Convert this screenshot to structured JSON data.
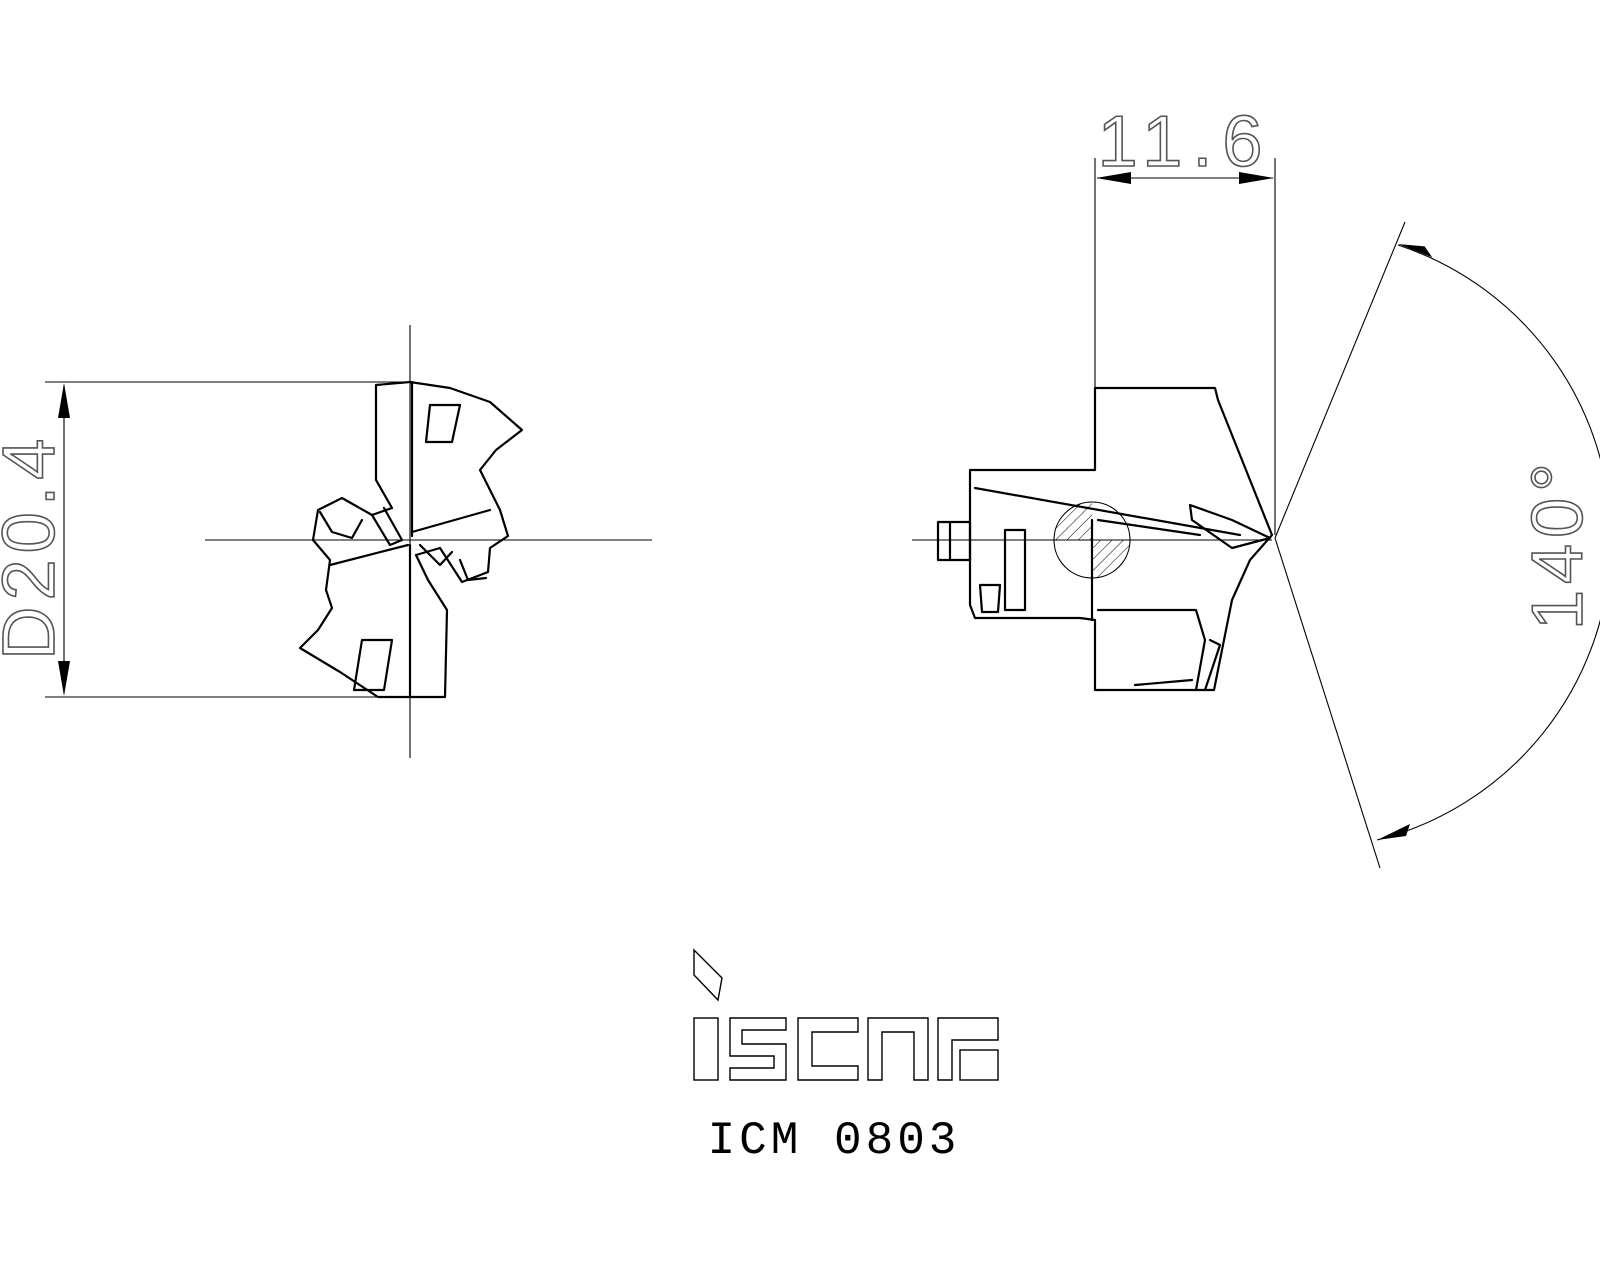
{
  "dimensions": {
    "diameter": "D20.4",
    "length": "11.6",
    "angle": "140°"
  },
  "brand": {
    "logo_text": "iscar"
  },
  "part_label": "ICM 0803",
  "colors": {
    "line": "#000000",
    "dimension_text": "#555555",
    "background": "#ffffff"
  }
}
